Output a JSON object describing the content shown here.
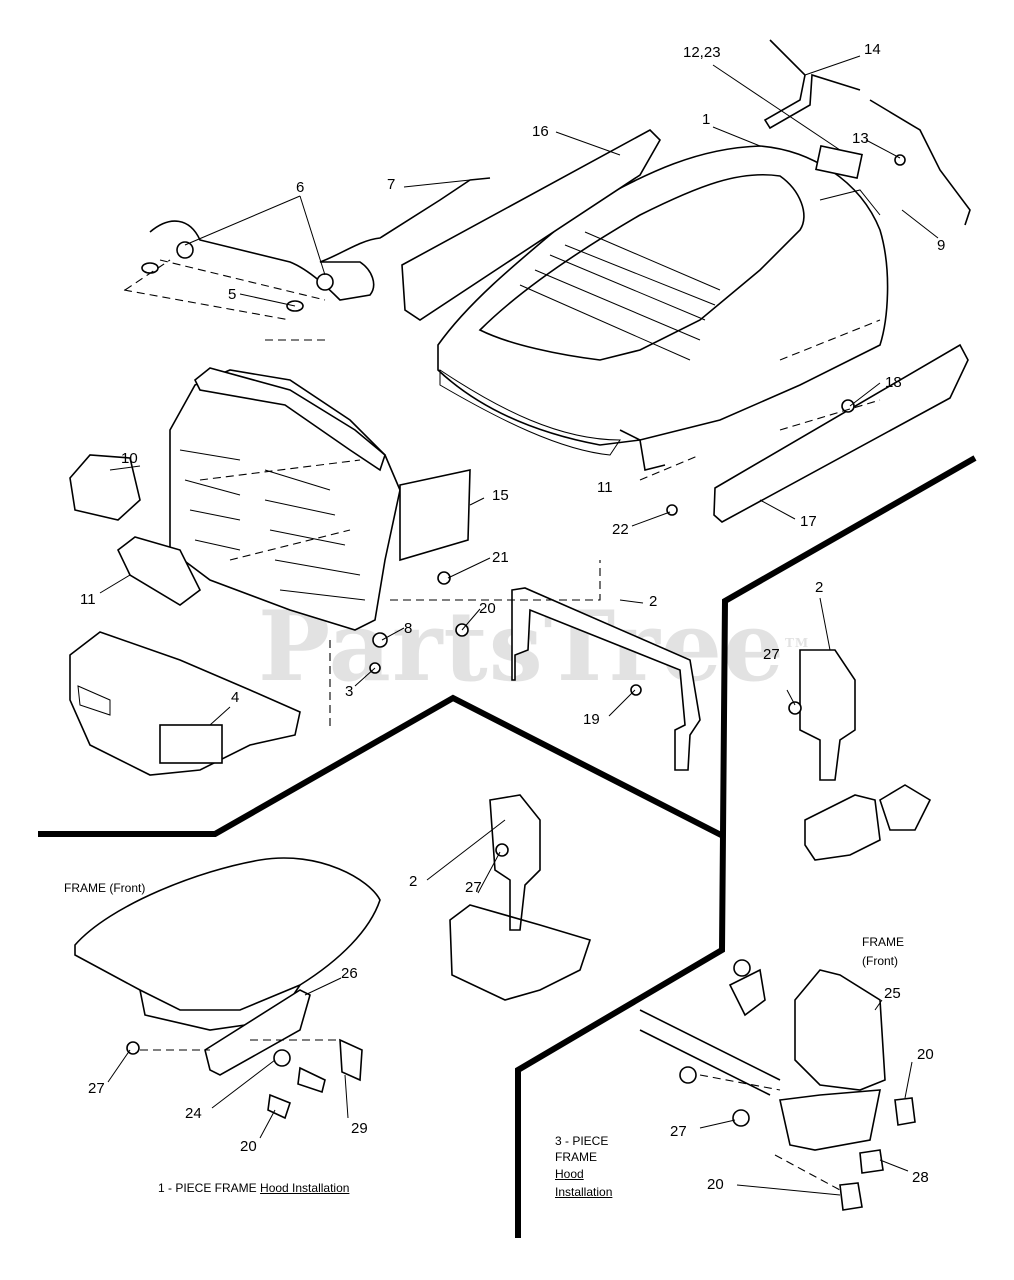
{
  "watermark": "PartsTree",
  "watermark_tm": "TM",
  "captions": {
    "frame_front_left": "FRAME (Front)",
    "frame_front_right_1": "FRAME",
    "frame_front_right_2": "(Front)",
    "one_piece_prefix": "1 - PIECE FRAME ",
    "one_piece_underlined": "Hood Installation",
    "three_piece_1": "3 - PIECE",
    "three_piece_2": "FRAME",
    "three_piece_3": "Hood",
    "three_piece_4": "Installation"
  },
  "callouts": {
    "c1": "1",
    "c12_23": "12,23",
    "c14": "14",
    "c13": "13",
    "c9": "9",
    "c16": "16",
    "c7": "7",
    "c6": "6",
    "c5": "5",
    "c18": "18",
    "c10": "10",
    "c11a": "11",
    "c11b": "11",
    "c15": "15",
    "c17": "17",
    "c22": "22",
    "c21": "21",
    "c20a": "20",
    "c8": "8",
    "c3": "3",
    "c2a": "2",
    "c4": "4",
    "c19": "19",
    "c2b": "2",
    "c27a": "27",
    "c2c": "2",
    "c27b": "27",
    "c26": "26",
    "c27c": "27",
    "c24": "24",
    "c29": "29",
    "c20b": "20",
    "c25": "25",
    "c20c": "20",
    "c27d": "27",
    "c28": "28",
    "c20d": "20"
  }
}
